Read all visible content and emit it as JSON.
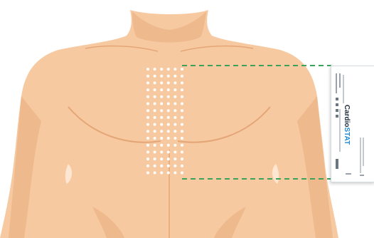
{
  "device": {
    "brand_part1": "Cardio",
    "brand_part2": "STAT"
  },
  "colors": {
    "skin": "#f7c9a0",
    "skin_shadow": "#e9ad7f",
    "guide_line": "#3aa35a",
    "electrode_dot": "#ffffff",
    "brand_dark": "#1f2d3d",
    "brand_blue": "#1e88d6"
  },
  "electrode_grid": {
    "columns": 6,
    "rows": 16
  }
}
